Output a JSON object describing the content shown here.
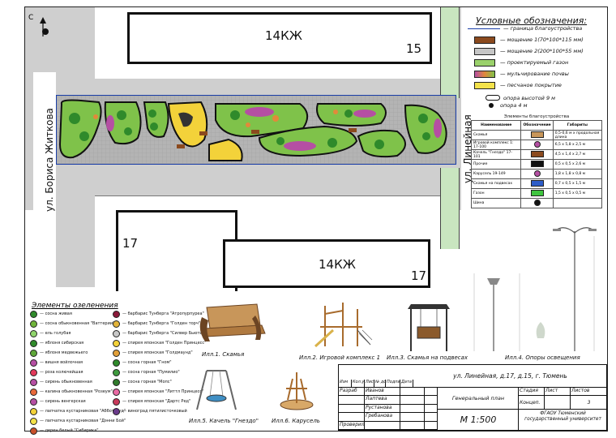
{
  "compass": {
    "north_letter": "С"
  },
  "buildings": {
    "top": {
      "name": "14КЖ",
      "number": "15"
    },
    "bottom": {
      "name": "14КЖ",
      "number": "17"
    },
    "left": {
      "number": "17"
    }
  },
  "streets": {
    "left": "ул. Бориса Житкова",
    "right": "ул. Линейная"
  },
  "legend": {
    "title": "Условные обозначения:",
    "items": [
      {
        "label": "— граница благоустройства",
        "color": "#1a3ea8"
      },
      {
        "label": "— мощение 1(70*100*115 мм)",
        "color": "#8b4a1e"
      },
      {
        "label": "— мощение 2(200*100*55 мм)",
        "color": "#c6c6c6"
      },
      {
        "label": "— проектируемый газон",
        "color": "#9ad16b"
      },
      {
        "label": "— мульчирование почвы",
        "color": "#b54fa3"
      },
      {
        "label": "— песчаное покрытие",
        "color": "#f3e24a"
      }
    ],
    "lights": [
      {
        "label": "опора высотой 9 м"
      },
      {
        "label": "опора 4 м"
      }
    ]
  },
  "elements_table": {
    "title": "Элементы благоустройства",
    "headers": [
      "Наименование",
      "Обозначение",
      "Габариты"
    ],
    "rows": [
      {
        "name": "Скамья",
        "dim": "0,5-0,6 м х продольная длина"
      },
      {
        "name": "Игровой комплекс 1: 17-100",
        "dim": "6,5 х 5,8 х 2,5 м"
      },
      {
        "name": "Качель \"Гнездо\" 17-101",
        "dim": "4,5 х 1,4 х 2,7 м"
      },
      {
        "name": "Прочие",
        "dim": "0,5 х 0,5 х 2,6 м"
      },
      {
        "name": "Карусель 19-149",
        "dim": "1,8 х 1,8 х 0,8 м"
      },
      {
        "name": "Скамья на подвесах",
        "dim": "0,7 х 0,5 х 1,5 м"
      },
      {
        "name": "Газон",
        "dim": "1,5 х 0,5 х 0,5 м"
      },
      {
        "name": "Шина",
        "dim": ""
      }
    ]
  },
  "greenery": {
    "title": "Элементы озеленения",
    "left": [
      "— сосна живая",
      "— сосна обыкновенная \"Ваттерии\"",
      "— ель голубая",
      "— яблоня сибирская",
      "— яблоня медвежьего",
      "— вишня войлочная",
      "— роза колючейшая",
      "— сирень обыкновенная",
      "— калина обыкновенная \"Розеум\"",
      "— сирень венгерская",
      "— лапчатка кустарниковая \"Абботсвуд\"",
      "— лапчатка кустарниковая \"Дэнни Бой\"",
      "— дерен белый \"Сибирика\""
    ],
    "right": [
      "— барбарис Тунберга \"Атропурпуреа\"",
      "— барбарис Тунберга \"Голден торч\"",
      "— барбарис Тунберга \"Силвер Бьюти\"",
      "— спирея японская \"Голден Принцесс\"",
      "— спирея японская \"Голдмаунд\"",
      "— сосна горная \"Гном\"",
      "— сосна горная \"Пумилио\"",
      "— сосна горная \"Мопс\"",
      "— спирея японская \"Литтл Принцесс\"",
      "— спирея японская \"Дартс Ред\"",
      "— виноград пятилисточковый"
    ]
  },
  "illustrations": {
    "ill1": "Илл.1. Скамья",
    "ill2": "Илл.2. Игровой комплекс 1",
    "ill3": "Илл.3. Скамья на подвесах",
    "ill4": "Илл.4. Опоры освещения",
    "ill5": "Илл.5. Качель \"Гнездо\"",
    "ill6": "Илл.6. Карусель"
  },
  "stamp": {
    "address": "ул. Линейная, д.17, д.15, г. Тюмень",
    "header": [
      "Изм",
      "Кол.уч",
      "Лист",
      "№ док",
      "Подпись",
      "Дата"
    ],
    "roles": [
      "Разраб",
      "",
      "",
      "",
      "Проверил"
    ],
    "names": [
      "Иванов",
      "Лаптева",
      "Рустанова",
      "Гребанова",
      ""
    ],
    "drawing": "Генеральный план",
    "stage_h": "Стадия",
    "sheet_h": "Лист",
    "sheets_h": "Листов",
    "stage": "Концеп.",
    "sheet": "",
    "sheets": "3",
    "scale": "М 1:500",
    "org": "ФГАОУ Тюменский государственный университет"
  },
  "colors": {
    "road": "#cfcfcf",
    "paving_grey": "#b9b9b9",
    "lawn": "#7fc24a",
    "dark_green": "#2f8a2b",
    "mulch": "#b54fa3",
    "sand": "#f3d23a",
    "brown": "#8b4a1e",
    "boundary": "#1a3ea8",
    "green_strip": "#c9e6c0"
  }
}
